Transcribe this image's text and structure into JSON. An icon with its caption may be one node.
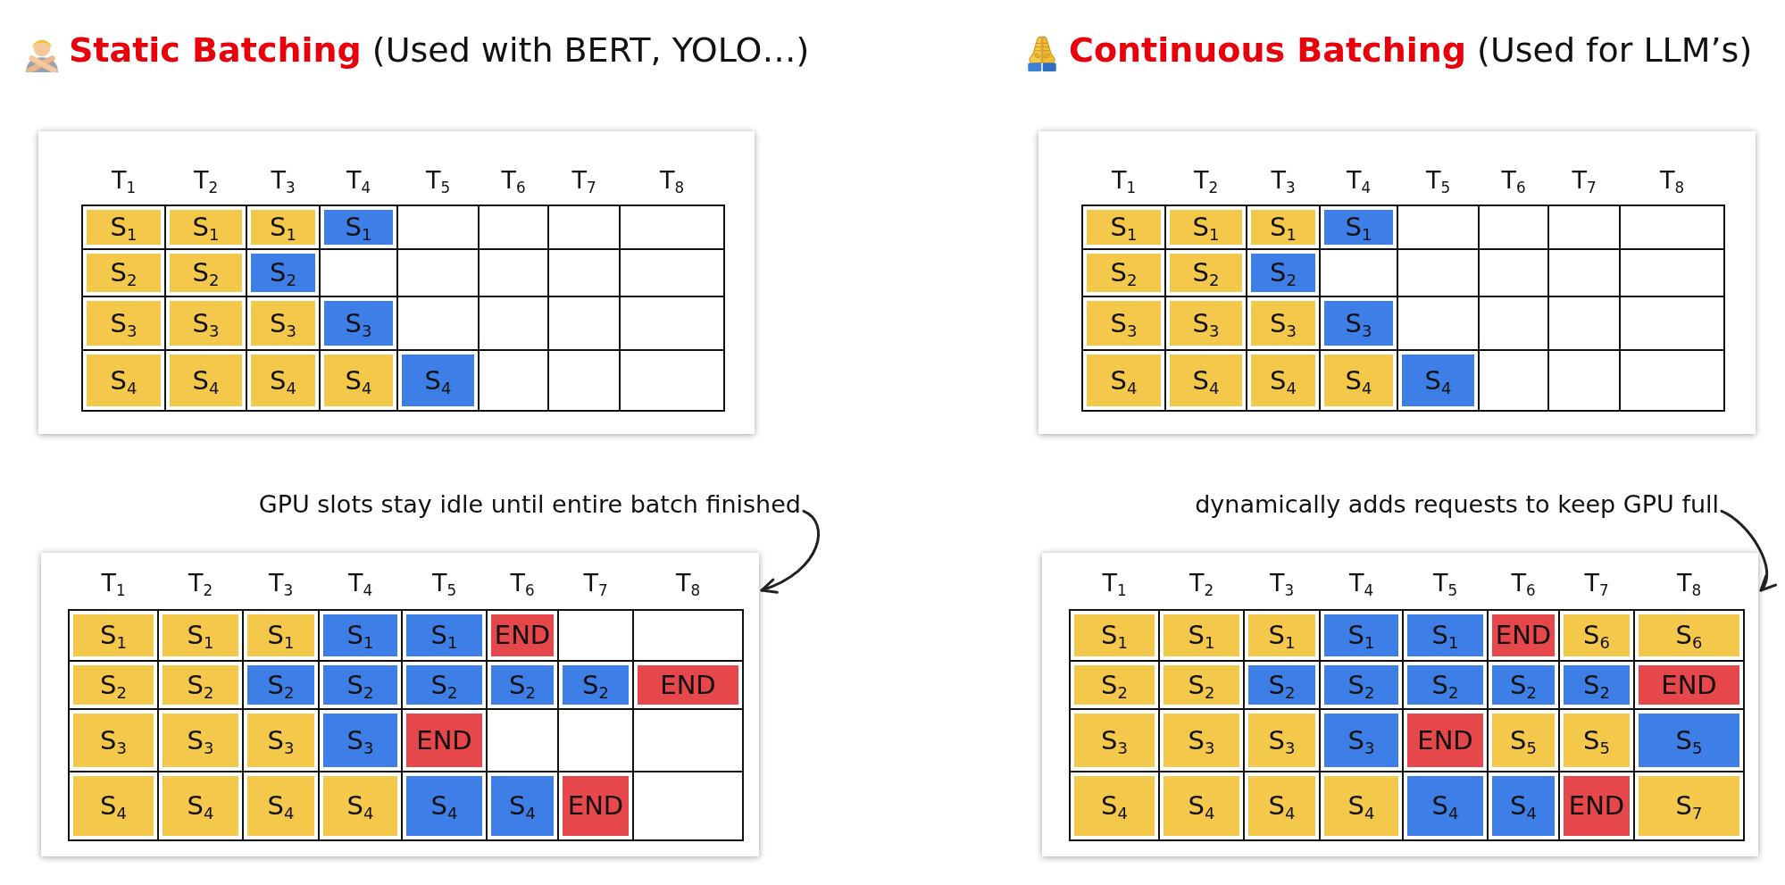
{
  "diagram": {
    "nodes": [
      {
        "text": [
          "GPU slots stay idle until entire batch finished"
        ]
      },
      {
        "text": [],
        "shape": "box"
      },
      {
        "text": [
          "dynamically adds requests to keep GPU full"
        ]
      },
      {
        "text": [],
        "shape": "box"
      }
    ],
    "edges": [
      {
        "from": 0,
        "to": 1,
        "arrow": "to"
      },
      {
        "from": 2,
        "to": 3,
        "arrow": "to"
      }
    ],
    "labels": [
      "**Static Batching** (Used with BERT, YOLO…)",
      "**Continuous Batching** (Used for LLM’s)",
      "T$_{1}$",
      "T$_{2}$",
      "T$_{3}$",
      "T$_{4}$",
      "T$_{5}$",
      "T$_{6}$",
      "T$_{7}$",
      "T$_{8}$",
      "S$_{1}$",
      "S$_{1}$",
      "S$_{1}$",
      "S$_{1}$",
      "S$_{2}$",
      "S$_{2}$",
      "S$_{2}$",
      "S$_{3}$",
      "S$_{3}$",
      "S$_{3}$",
      "S$_{3}$",
      "S$_{4}$",
      "S$_{4}$",
      "S$_{4}$",
      "S$_{4}$",
      "S$_{4}$",
      "T$_{1}$",
      "T$_{2}$",
      "T$_{3}$",
      "T$_{4}$",
      "T$_{5}$",
      "T$_{6}$",
      "T$_{7}$",
      "T$_{8}$",
      "S$_{1}$",
      "S$_{1}$",
      "S$_{1}$",
      "S$_{1}$",
      "S$_{2}$",
      "S$_{2}$",
      "S$_{2}$",
      "S$_{3}$",
      "S$_{3}$",
      "S$_{3}$",
      "S$_{3}$",
      "S$_{4}$",
      "S$_{4}$",
      "S$_{4}$",
      "S$_{4}$",
      "S$_{4}$",
      "T$_{1}$",
      "T$_{2}$",
      "T$_{3}$",
      "T$_{4}$",
      "T$_{5}$",
      "T$_{6}$",
      "T$_{7}$",
      "T$_{8}$",
      "S$_{1}$",
      "S$_{1}$",
      "S$_{1}$",
      "S$_{1}$",
      "S$_{1}$",
      "END",
      "S$_{2}$",
      "S$_{2}$",
      "S$_{2}$",
      "S$_{2}$",
      "S$_{2}$",
      "S$_{2}$",
      "S$_{2}$",
      "END",
      "S$_{3}$",
      "S$_{3}$",
      "S$_{3}$",
      "S$_{3}$",
      "END",
      "S$_{4}$",
      "S$_{4}$",
      "S$_{4}$",
      "S$_{4}$",
      "S$_{4}$",
      "S$_{4}$",
      "END",
      "T$_{1}$",
      "T$_{2}$",
      "T$_{3}$",
      "T$_{4}$",
      "T$_{5}$",
      "T$_{6}$",
      "T$_{7}$",
      "T$_{8}$",
      "S$_{1}$",
      "S$_{1}$",
      "S$_{1}$",
      "S$_{1}$",
      "S$_{1}$",
      "END",
      "S$_{6}$",
      "S$_{6}$",
      "S$_{2}$",
      "S$_{2}$",
      "S$_{2}$",
      "S$_{2}$",
      "S$_{2}$",
      "S$_{2}$",
      "S$_{2}$",
      "END",
      "S$_{3}$",
      "S$_{3}$",
      "S$_{3}$",
      "S$_{3}$",
      "END",
      "S$_{5}$",
      "S$_{5}$",
      "S$_{5}$",
      "S$_{4}$",
      "S$_{4}$",
      "S$_{4}$",
      "S$_{4}$",
      "S$_{4}$",
      "S$_{4}$",
      "END",
      "S$_{7}$"
    ]
  }
}
